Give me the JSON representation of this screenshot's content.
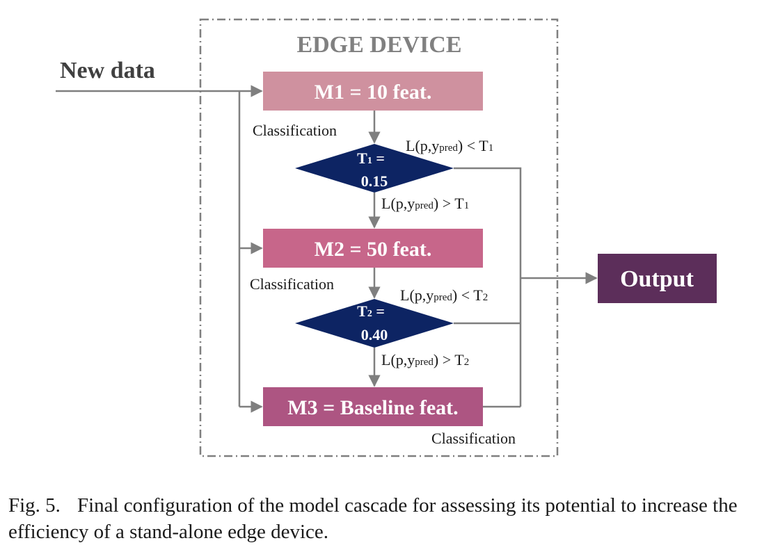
{
  "colors": {
    "m1": "#cf919f",
    "m2": "#c7668a",
    "m3": "#ad5582",
    "output": "#5c2e5a",
    "diamond": "#0d2463",
    "line": "#7f7f7f",
    "border": "#7f7f7f",
    "edge_title": "#808080"
  },
  "diagram": {
    "edge_title": "EDGE DEVICE",
    "new_data": "New data",
    "output": "Output",
    "models": [
      {
        "label": "M1 = 10 feat.",
        "caption": "Classification"
      },
      {
        "label": "M2 = 50 feat.",
        "caption": "Classification"
      },
      {
        "label": "M3 = Baseline feat.",
        "caption": "Classification"
      }
    ],
    "thresholds": [
      {
        "line1": "T",
        "sub": "1",
        "line1_suffix": " =",
        "line2": "0.15",
        "cond_less_pre": "L(p,y",
        "cond_less_sub": "pred",
        "cond_less_post": ") < T",
        "cond_less_idx": "1",
        "cond_greater_pre": "L(p,y",
        "cond_greater_sub": "pred",
        "cond_greater_post": ") > T",
        "cond_greater_idx": "1"
      },
      {
        "line1": "T",
        "sub": "2",
        "line1_suffix": " =",
        "line2": "0.40",
        "cond_less_pre": "L(p,y",
        "cond_less_sub": "pred",
        "cond_less_post": ") < T",
        "cond_less_idx": "2",
        "cond_greater_pre": "L(p,y",
        "cond_greater_sub": "pred",
        "cond_greater_post": ") > T",
        "cond_greater_idx": "2"
      }
    ]
  },
  "caption": {
    "fig": "Fig. 5.",
    "text": "Final configuration of the model cascade for assessing its potential to increase the efficiency of a stand-alone edge device."
  }
}
